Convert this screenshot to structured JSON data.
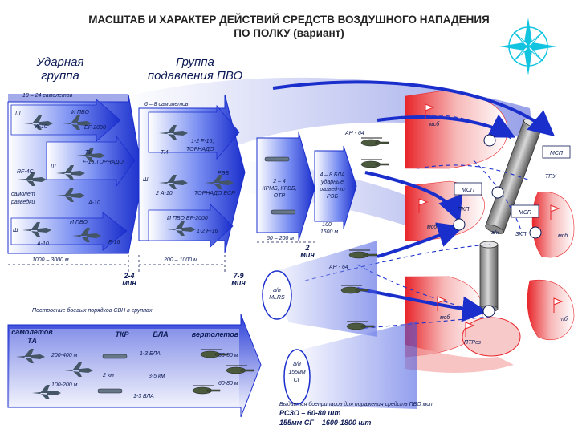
{
  "title": {
    "line1": "МАСШТАБ И ХАРАКТЕР ДЕЙСТВИЙ СРЕДСТВ ВОЗДУШНОГО НАПАДЕНИЯ",
    "line2": "ПО ПОЛКУ (вариант)"
  },
  "strike_group": {
    "heading1": "Ударная",
    "heading2": "группа",
    "count": "18 – 24 самолетов",
    "ti_label": "ТИ",
    "labels": [
      "Ш",
      "А-10",
      "И ПВО",
      "EF-2000",
      "ТИ",
      "F-16,ТОРНАДО",
      "Ш",
      "RF-4C",
      "самолет",
      "разведки",
      "А-10",
      "И ПВО",
      "Ш",
      "А-10",
      "F-16"
    ],
    "distance": "1000 – 3000 м"
  },
  "suppression_group": {
    "heading1": "Группа",
    "heading2": "подавления ПВО",
    "count": "6 – 8 самолетов",
    "labels": [
      "1-2 F-16,",
      "ТОРНАДО",
      "ТИ",
      "РЭБ",
      "Ш",
      "2   А-10",
      "ТОРНАДО ECR",
      "И ПВО   EF-2000",
      "1-2 F-16"
    ],
    "distance": "200 – 1000 м"
  },
  "missiles": {
    "krm_label": [
      "2 – 4",
      "КРМБ, КРВБ,",
      "ОТР"
    ],
    "krm_distance": "60 – 200 м",
    "uav_label": [
      "4 – 8 БЛА",
      "ударные",
      "развед-ки",
      "РЭБ"
    ],
    "uav_distance": [
      "100 –",
      "1500 м"
    ]
  },
  "time_marks": [
    {
      "value": "2-4",
      "unit": "мин"
    },
    {
      "value": "7-9",
      "unit": "мин"
    },
    {
      "value": "2",
      "unit": "мин"
    }
  ],
  "helicopters": {
    "label_top": "АН - 64",
    "label_mid": "АН - 64"
  },
  "rocket_zones": {
    "mlrs": [
      "а/н",
      "MLRS"
    ],
    "sg": [
      "а/н",
      "155мм",
      "СГ"
    ]
  },
  "defense": {
    "msb_labels": [
      "мсб",
      "мсб",
      "мсб",
      "мсб"
    ],
    "msp_labels": [
      "МСП",
      "МСП",
      "МСП"
    ],
    "tpu": "ТПУ",
    "pkp": "ПКП",
    "zkp": "ЗКП",
    "adn": "а/н",
    "tb": "тб",
    "ptrez": "ПТРез"
  },
  "battle_order": {
    "heading": "Построение боевых порядков СВН в группах",
    "columns": [
      "самолетов\nТА",
      "ТКР",
      "БЛА",
      "вертолетов"
    ],
    "col_a": "самолетов",
    "col_b": "ТА",
    "col_tkr": "ТКР",
    "col_bla": "БЛА",
    "col_heli": "вертолетов",
    "dist1": "200-400 м",
    "dist2": "100-200 м",
    "dist3": "2 км",
    "dist4": "1-3 БЛА",
    "dist5": "3-5 км",
    "dist6": "1-3 БЛА",
    "dist7": "30-50 м",
    "dist8": "60-80 м"
  },
  "footer": {
    "line1": "Выдается боеприпасов для поражения средств ПВО мсп:",
    "line2": "РСЗО – 60-80 шт",
    "line3": "155мм СГ – 1600-1800 шт"
  },
  "colors": {
    "blue": "#1a2ecc",
    "red": "#e8252a",
    "navy": "#0c1a55"
  }
}
